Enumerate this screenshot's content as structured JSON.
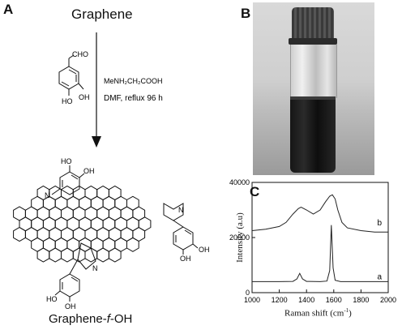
{
  "panel_a": {
    "letter": "A",
    "reactant": "Graphene",
    "reagent_line1": "MeNH₂CH₂COOH",
    "reagent_line2": "DMF, reflux 96 h",
    "aldehyde_labels": {
      "cho": "CHO",
      "oh": "OH",
      "ho": "HO"
    },
    "product_catechol_labels": {
      "ho": "HO",
      "oh": "OH"
    },
    "product_n_label": "N",
    "product_prefix": "Graphene-",
    "product_italic": "f",
    "product_suffix": "-OH"
  },
  "panel_b": {
    "letter": "B",
    "image_description": "vial"
  },
  "panel_c": {
    "letter": "C",
    "colors": {
      "trace": "#222222",
      "axis": "#111111"
    },
    "chart_data": {
      "type": "line",
      "xlabel": "Raman shift (cm",
      "xlabel_sup": "-1",
      "xlabel_close": ")",
      "ylabel": "Intensity (a.u)",
      "xlim": [
        1000,
        2000
      ],
      "ylim": [
        0,
        40000
      ],
      "x_ticks": [
        "1000",
        "1200",
        "1400",
        "1600",
        "1800",
        "2000"
      ],
      "y_ticks": [
        "0",
        "20000",
        "40000"
      ],
      "series": [
        {
          "name": "b",
          "x": [
            1000,
            1100,
            1200,
            1250,
            1300,
            1340,
            1360,
            1400,
            1450,
            1500,
            1540,
            1570,
            1590,
            1610,
            1630,
            1660,
            1700,
            1800,
            1900,
            2000
          ],
          "y": [
            22500,
            23000,
            24000,
            25500,
            28500,
            30500,
            31000,
            30000,
            28500,
            30000,
            33000,
            35000,
            35500,
            34000,
            30000,
            25500,
            23500,
            22500,
            22000,
            22000
          ]
        },
        {
          "name": "a",
          "x": [
            1000,
            1100,
            1200,
            1300,
            1330,
            1350,
            1370,
            1400,
            1500,
            1550,
            1570,
            1582,
            1595,
            1610,
            1650,
            1700,
            1800,
            1900,
            2000
          ],
          "y": [
            4000,
            4000,
            4000,
            4100,
            5000,
            7000,
            5000,
            4100,
            4000,
            4200,
            8000,
            24500,
            9000,
            4500,
            4000,
            4000,
            4000,
            4000,
            4000
          ]
        }
      ]
    }
  }
}
